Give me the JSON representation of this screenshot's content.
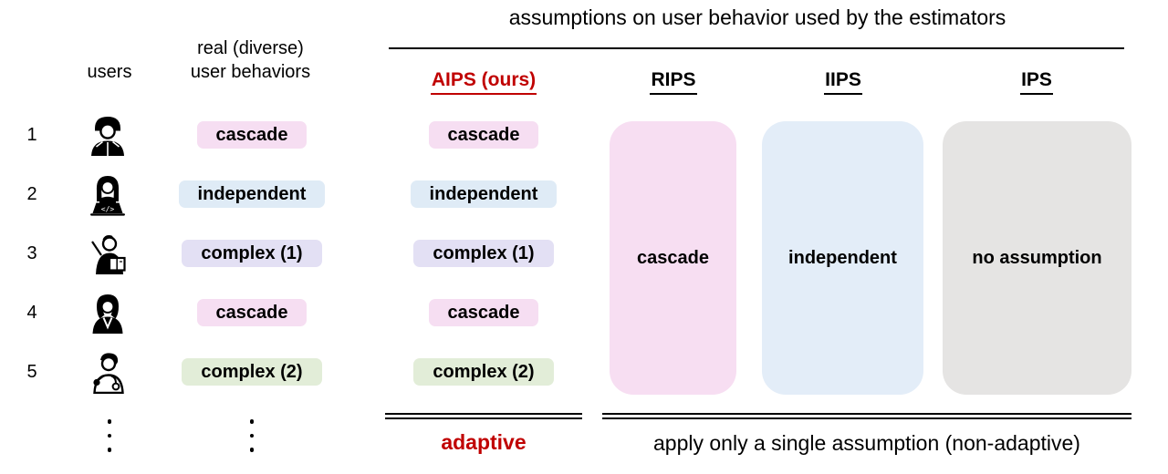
{
  "colors": {
    "accent_red": "#c00000",
    "rule_black": "#000000",
    "cascade_pink": "#f6def2",
    "independent_blue": "#dfebf6",
    "complex1_lavender": "#e3e0f4",
    "complex2_green": "#e2edd8",
    "no_assumption_gray": "#e5e4e3"
  },
  "figure": {
    "title": "assumptions on user behavior used by the estimators",
    "users_column_label": "users",
    "behaviors_column_label_line1": "real (diverse)",
    "behaviors_column_label_line2": "user behaviors"
  },
  "rows": [
    {
      "number": "1",
      "icon": "user-with-cap-icon",
      "behavior": "cascade",
      "aips_assumption": "cascade",
      "color": "#f6def2"
    },
    {
      "number": "2",
      "icon": "developer-with-laptop-icon",
      "behavior": "independent",
      "aips_assumption": "independent",
      "color": "#dfebf6"
    },
    {
      "number": "3",
      "icon": "teacher-with-book-icon",
      "behavior": "complex (1)",
      "aips_assumption": "complex (1)",
      "color": "#e3e0f4"
    },
    {
      "number": "4",
      "icon": "woman-icon",
      "behavior": "cascade",
      "aips_assumption": "cascade",
      "color": "#f6def2"
    },
    {
      "number": "5",
      "icon": "doctor-icon",
      "behavior": "complex (2)",
      "aips_assumption": "complex (2)",
      "color": "#e2edd8"
    }
  ],
  "estimators": {
    "aips": {
      "label": "AIPS (ours)",
      "type": "adaptive"
    },
    "rips": {
      "label": "RIPS",
      "assumption": "cascade",
      "color": "#f7def2"
    },
    "iips": {
      "label": "IIPS",
      "assumption": "independent",
      "color": "#e3edf8"
    },
    "ips": {
      "label": "IPS",
      "assumption": "no assumption",
      "color": "#e5e4e3"
    }
  },
  "footer": {
    "adaptive_label": "adaptive",
    "non_adaptive_label": "apply only a single assumption (non-adaptive)"
  }
}
